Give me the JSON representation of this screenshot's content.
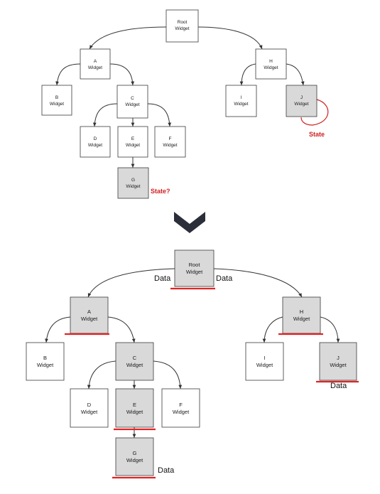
{
  "widget_label": "Widget",
  "nodes": {
    "root": "Root",
    "a": "A",
    "b": "B",
    "c": "C",
    "d": "D",
    "e": "E",
    "f": "F",
    "g": "G",
    "h": "H",
    "i": "I",
    "j": "J"
  },
  "annotations": {
    "state": "State",
    "state_question": "State?",
    "data": "Data"
  },
  "colors": {
    "shaded_fill": "#d9d9d9",
    "highlight": "#e02424",
    "state_text": "#d02020",
    "arrow_icon": "#2b2f3a"
  },
  "icons": {
    "transition": "chevron-down-icon"
  }
}
